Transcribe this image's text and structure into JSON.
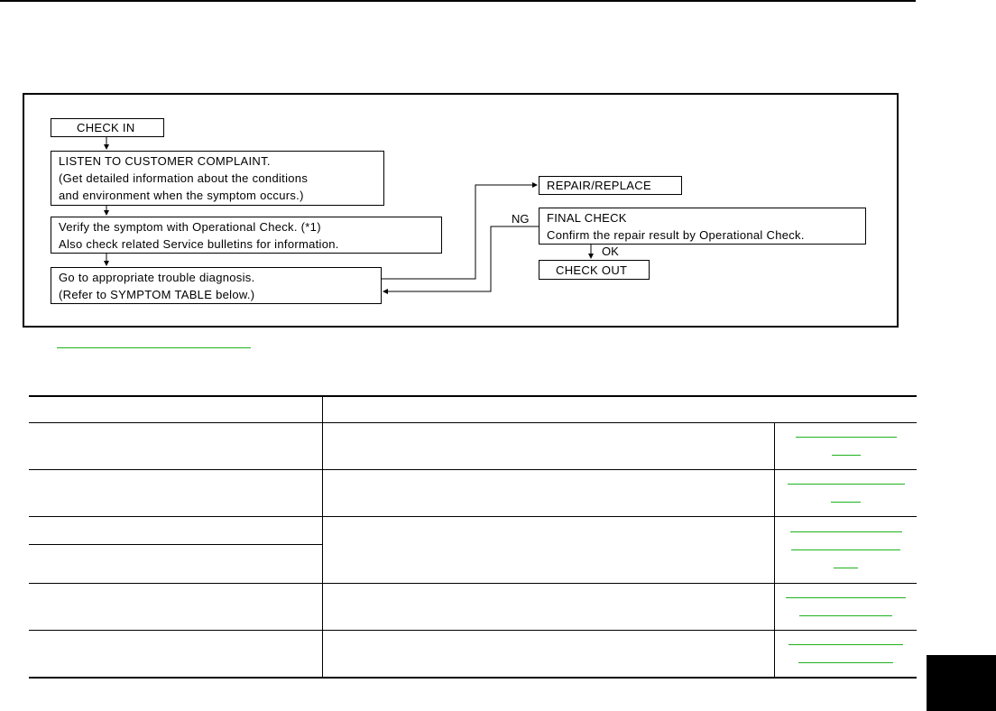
{
  "flowchart": {
    "check_in": "CHECK IN",
    "listen": [
      "LISTEN TO CUSTOMER COMPLAINT.",
      "(Get detailed information about the conditions",
      "and environment when the symptom occurs.)"
    ],
    "verify": [
      "Verify the symptom with Operational Check. (*1)",
      "Also check related Service bulletins for information."
    ],
    "diagnosis": [
      "Go to appropriate trouble diagnosis.",
      "(Refer to SYMPTOM TABLE below.)"
    ],
    "repair": "REPAIR/REPLACE",
    "final_check": [
      "FINAL CHECK",
      "Confirm the repair result by Operational Check."
    ],
    "check_out": "CHECK OUT",
    "ng_label": "NG",
    "ok_label": "OK"
  },
  "colors": {
    "link": "#1fb21f",
    "border": "#000000"
  }
}
